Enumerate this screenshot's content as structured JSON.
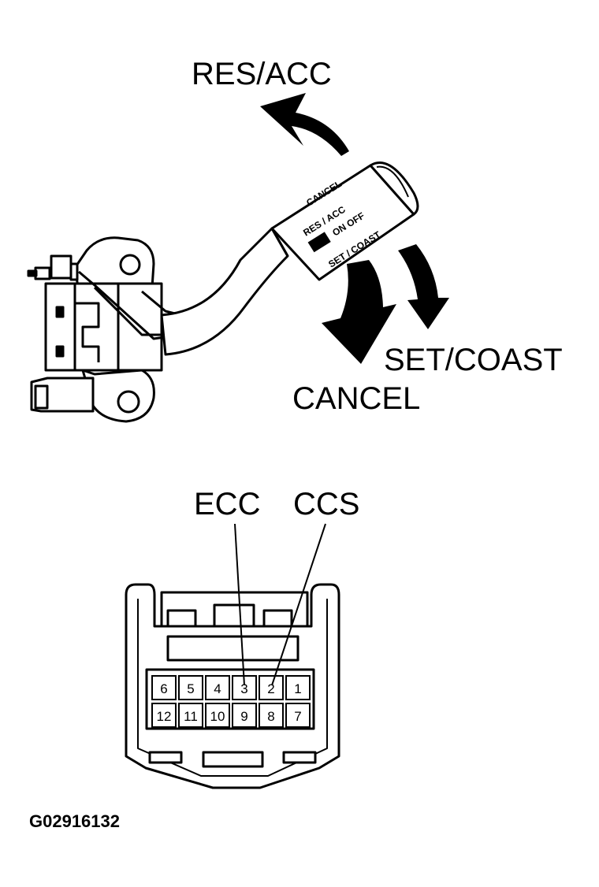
{
  "labels": {
    "res_acc": "RES/ACC",
    "set_coast": "SET/COAST",
    "cancel": "CANCEL",
    "ecc": "ECC",
    "ccs": "CCS",
    "figure_code": "G02916132"
  },
  "lever_markings": {
    "cancel": "CANCEL",
    "res_acc": "RES / ACC",
    "on_off": "ON OFF",
    "set_coast": "SET / COAST"
  },
  "connector": {
    "top_row": [
      "6",
      "5",
      "4",
      "3",
      "2",
      "1"
    ],
    "bottom_row": [
      "12",
      "11",
      "10",
      "9",
      "8",
      "7"
    ]
  }
}
